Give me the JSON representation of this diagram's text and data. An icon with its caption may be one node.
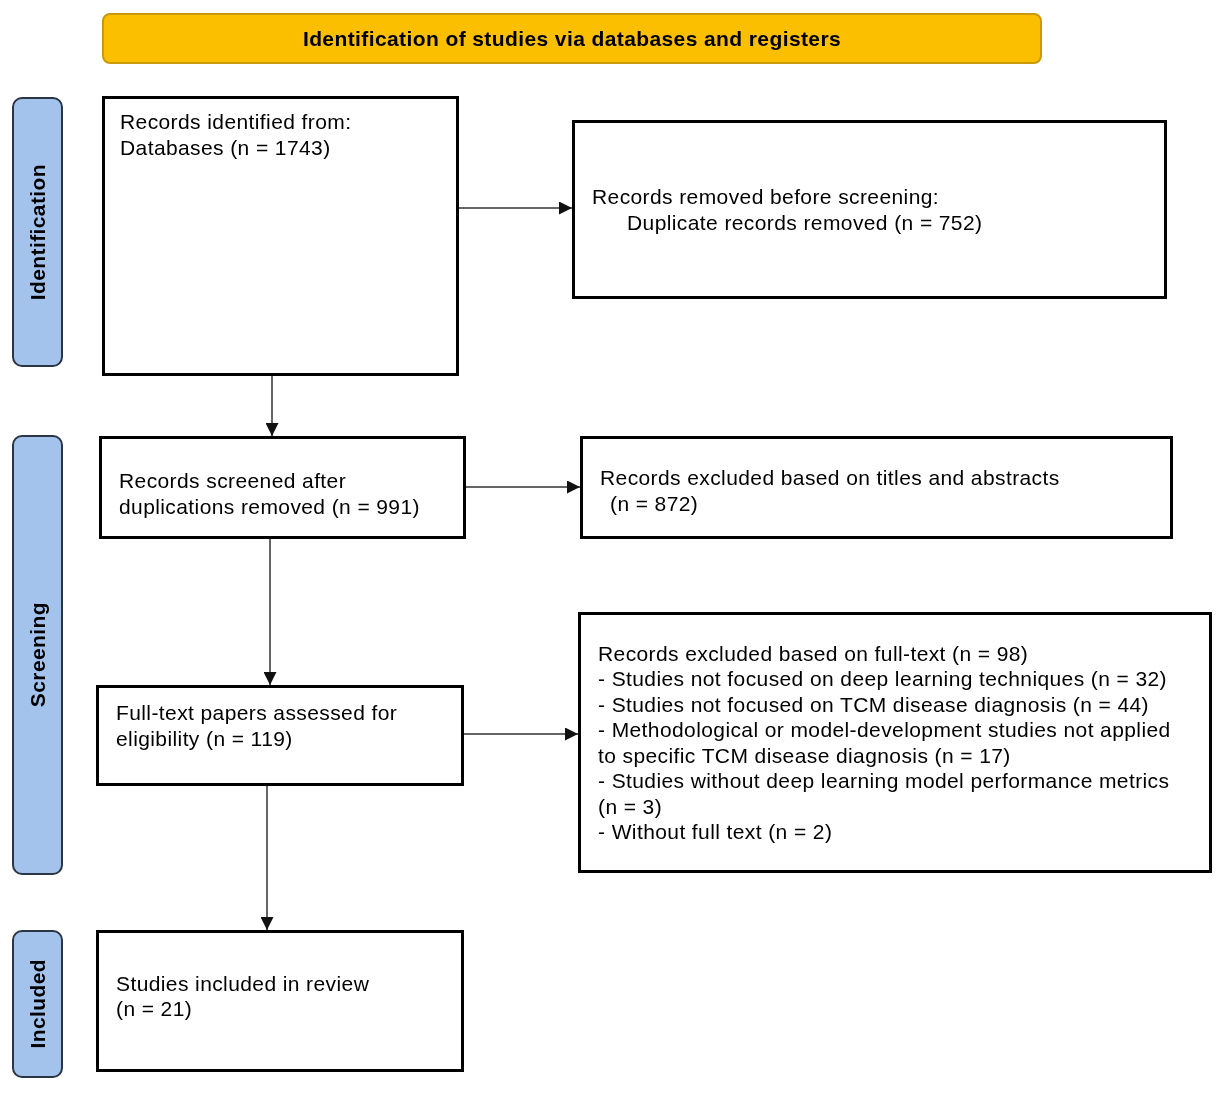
{
  "diagram": {
    "nodes": [
      {
        "text": [
          "Identification of studies via databases and registers"
        ]
      },
      {
        "text": [
          "Identification"
        ]
      },
      {
        "text": [
          "Records identified from:",
          "Databases (n = 1743)"
        ]
      },
      {
        "text": [
          "Records removed before screening:",
          "Duplicate records removed (n = 752)"
        ]
      },
      {
        "text": [
          "Screening"
        ]
      },
      {
        "text": [
          "Records screened after duplications removed (n = 991)"
        ]
      },
      {
        "text": [
          "Records excluded based on titles and abstracts",
          "(n = 872)"
        ]
      },
      {
        "text": [
          "Full-text papers assessed for eligibility (n = 119)"
        ]
      },
      {
        "text": [
          "Records excluded based on full-text (n = 98)",
          "- Studies not focused on deep learning techniques (n = 32)",
          "- Studies not focused on TCM disease diagnosis (n = 44)",
          "- Methodological or model-development studies not applied to specific TCM disease diagnosis (n = 17)",
          "- Studies without deep learning model performance metrics (n = 3)",
          "- Without full text (n = 2)"
        ]
      },
      {
        "text": [
          "Included"
        ]
      },
      {
        "text": [
          "Studies included in review",
          "(n = 21)"
        ]
      }
    ],
    "edges": [
      {
        "from": 2,
        "to": 3,
        "arrow": "to"
      },
      {
        "from": 2,
        "to": 5,
        "arrow": "to"
      },
      {
        "from": 5,
        "to": 6,
        "arrow": "to"
      },
      {
        "from": 5,
        "to": 7,
        "arrow": "to"
      },
      {
        "from": 7,
        "to": 8,
        "arrow": "to"
      },
      {
        "from": 7,
        "to": 10,
        "arrow": "to"
      }
    ]
  }
}
